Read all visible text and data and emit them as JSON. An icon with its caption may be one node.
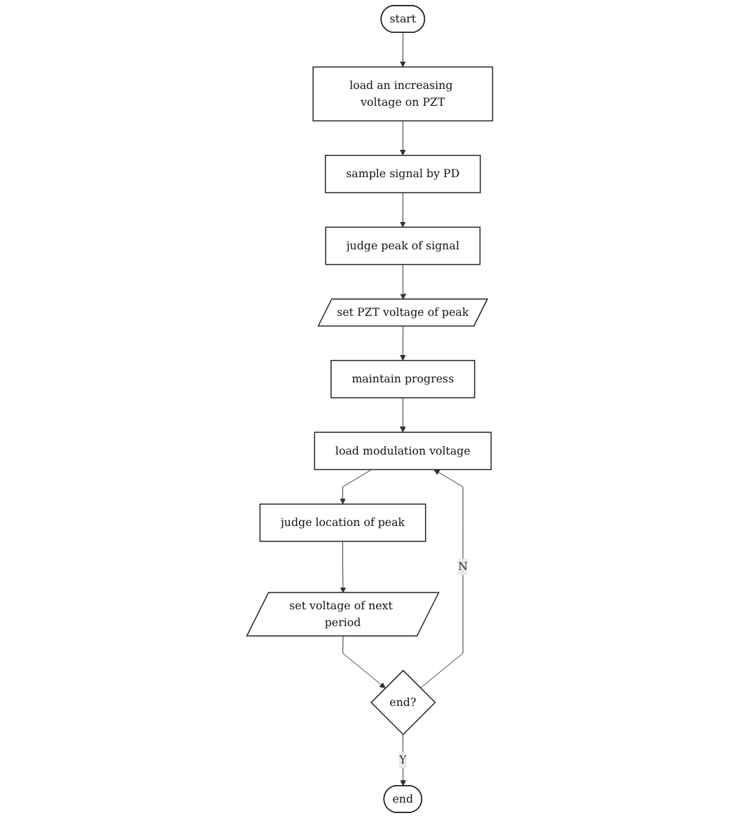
{
  "diagram": {
    "nodes": [
      {
        "text": [
          "start"
        ]
      },
      {
        "text": [
          "load an increasing voltage on PZT"
        ]
      },
      {
        "text": [
          "sample signal by PD"
        ]
      },
      {
        "text": [
          "judge peak of signal"
        ]
      },
      {
        "text": [
          "set PZT voltage of peak"
        ]
      },
      {
        "text": [
          "maintain progress"
        ]
      },
      {
        "text": [
          "load modulation voltage"
        ]
      },
      {
        "text": [
          "judge location of peak"
        ]
      },
      {
        "text": [
          "set voltage of next period"
        ]
      },
      {
        "text": [
          "end?"
        ]
      },
      {
        "text": [
          "end"
        ]
      }
    ],
    "edges": [
      {
        "from": 0,
        "to": 1,
        "arrow": "to"
      },
      {
        "from": 1,
        "to": 2,
        "arrow": "to"
      },
      {
        "from": 2,
        "to": 3,
        "arrow": "to"
      },
      {
        "from": 3,
        "to": 4,
        "arrow": "to"
      },
      {
        "from": 4,
        "to": 5,
        "arrow": "to"
      },
      {
        "from": 5,
        "to": 6,
        "arrow": "to"
      },
      {
        "from": 6,
        "to": 7,
        "arrow": "to"
      },
      {
        "from": 7,
        "to": 8,
        "arrow": "to"
      },
      {
        "from": 8,
        "to": 9,
        "arrow": "to"
      },
      {
        "from": 9,
        "to": 10,
        "arrow": "to",
        "label": "Y"
      },
      {
        "from": 9,
        "to": 6,
        "arrow": "to",
        "label": "N"
      }
    ]
  }
}
